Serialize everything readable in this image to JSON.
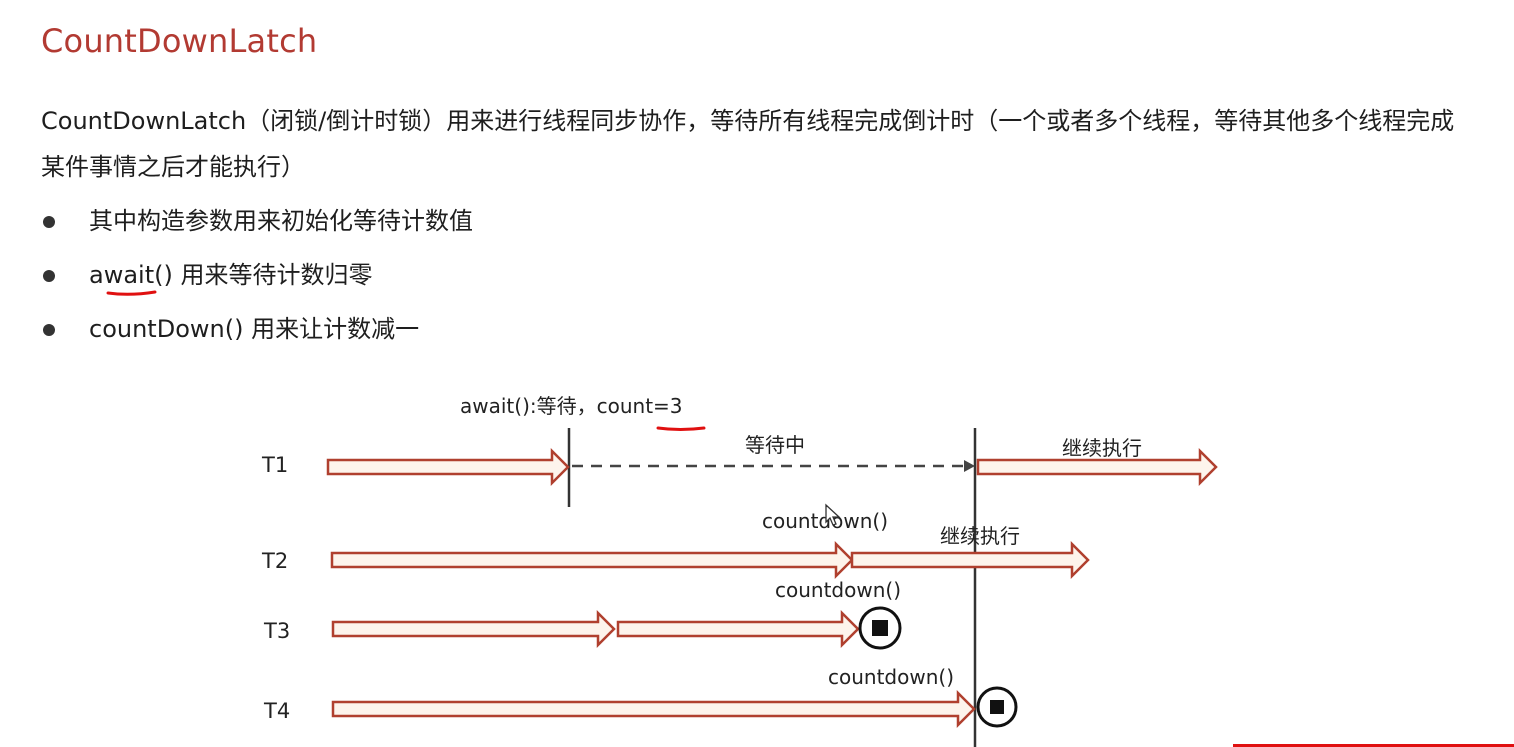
{
  "slide": {
    "title": "CountDownLatch",
    "paragraph": "CountDownLatch（闭锁/倒计时锁）用来进行线程同步协作，等待所有线程完成倒计时（一个或者多个线程，等待其他多个线程完成某件事情之后才能执行）",
    "bullets": [
      "其中构造参数用来初始化等待计数值",
      "await() 用来等待计数归零",
      "countDown() 用来让计数减一"
    ]
  },
  "diagram": {
    "threads": [
      "T1",
      "T2",
      "T3",
      "T4"
    ],
    "await_label": "await():等待，count=3",
    "waiting_label": "等待中",
    "t1_continue_label": "继续执行",
    "t2_countdown_label": "countdown()",
    "t2_continue_label": "继续执行",
    "t3_countdown_label": "countdown()",
    "t4_countdown_label": "countdown()"
  },
  "colors": {
    "title": "#b23a32",
    "arrow_stroke": "#b0402f",
    "arrow_fill": "#fdf4ec",
    "annotation_underline": "#e01010"
  }
}
